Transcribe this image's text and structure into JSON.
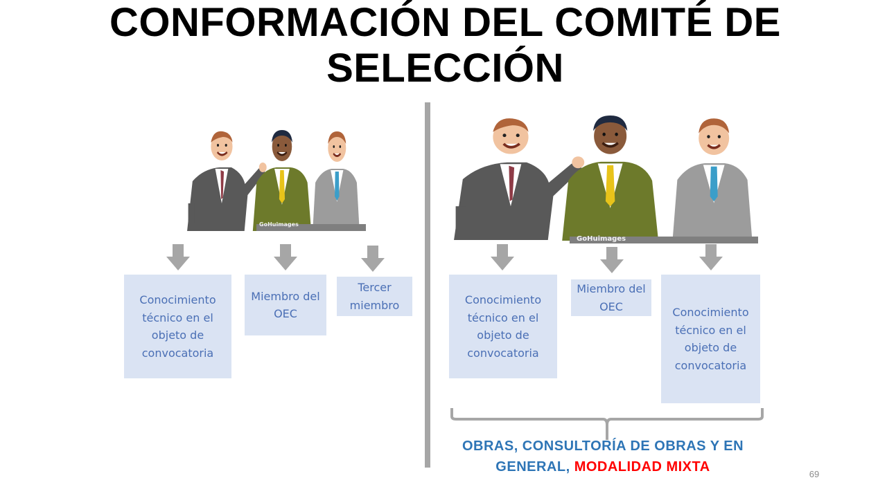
{
  "slide": {
    "title": "CONFORMACIÓN DEL COMITÉ DE SELECCIÓN",
    "page_number": "69"
  },
  "left_group": {
    "image_name": "three-businessmen-illustration",
    "watermark": "GoHuimages",
    "boxes": [
      {
        "label": "Conocimiento técnico en el objeto de convocatoria"
      },
      {
        "label": "Miembro del OEC"
      },
      {
        "label": "Tercer miembro"
      }
    ]
  },
  "right_group": {
    "image_name": "three-businessmen-illustration-large",
    "watermark": "GoHuimages",
    "boxes": [
      {
        "label": "Conocimiento técnico en el objeto de convocatoria"
      },
      {
        "label": "Miembro del OEC"
      },
      {
        "label": "Conocimiento técnico en el objeto de convocatoria"
      }
    ],
    "caption_part1": "OBRAS, CONSULTORÍA DE OBRAS  Y EN GENERAL, ",
    "caption_part2": "MODALIDAD MIXTA"
  },
  "colors": {
    "box_fill": "#dae3f3",
    "box_text": "#4a6fb5",
    "arrow": "#a6a6a6",
    "divider": "#a6a6a6",
    "caption_blue": "#2e75b6",
    "caption_red": "#ff0000"
  }
}
